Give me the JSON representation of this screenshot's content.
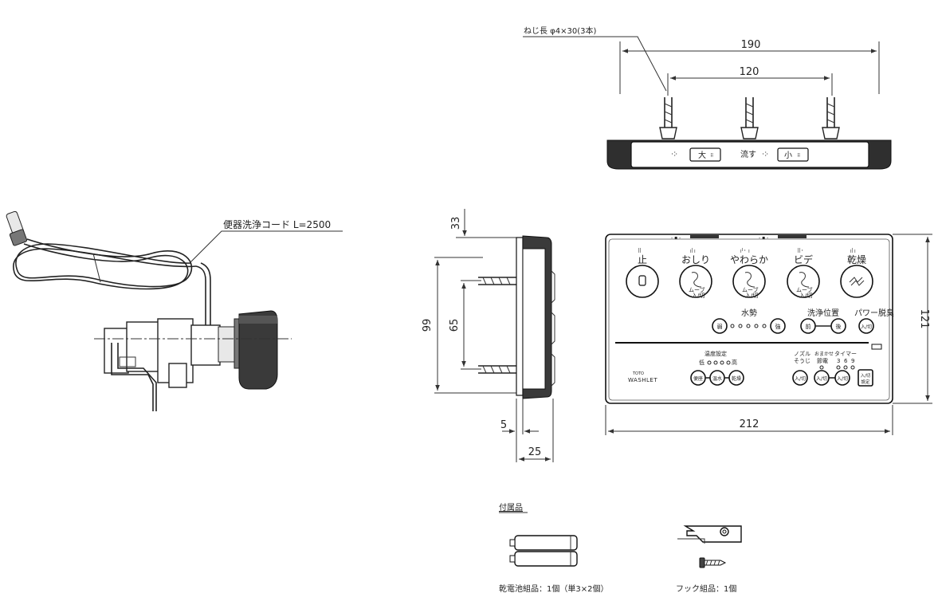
{
  "cord": {
    "label": "便器洗浄コード L=2500"
  },
  "top_view": {
    "screw_note": "ねじ長 φ4×30(3本)",
    "dim_outer": "190",
    "dim_inner": "120",
    "buttons": {
      "large": "大",
      "flush": "流す",
      "small": "小"
    }
  },
  "side_view": {
    "dim_top": "33",
    "dim_height": "99",
    "dim_pitch": "65",
    "dim_thin": "5",
    "dim_depth": "25"
  },
  "front_view": {
    "dim_height": "121",
    "dim_width": "212",
    "top_buttons": [
      "止",
      "おしり",
      "やわらか",
      "ビデ",
      "乾燥"
    ],
    "move_label": "ムーブ",
    "onoff_label": "入/切",
    "water_pressure": "水勢",
    "wash_position": "洗浄位置",
    "power_deodorize": "パワー脱臭",
    "weak": "弱",
    "strong": "強",
    "front": "前",
    "back": "後",
    "onoff": "入/切",
    "temp_setting": "温度設定",
    "low": "低",
    "high": "高",
    "seat": "便座",
    "water": "温水",
    "dry": "乾燥",
    "brand_small": "TOTO",
    "brand": "WASHLET",
    "nozzle": "ノズル",
    "cleaning": "そうじ",
    "omakase": "おまかせ",
    "save_power": "節電",
    "timer": "タイマー",
    "timer_values": [
      "3",
      "6",
      "9"
    ],
    "onoff_setting": "入/切",
    "setting": "設定"
  },
  "accessories": {
    "heading": "付属品",
    "battery": "乾電池組品：1個（単3×2個）",
    "hook": "フック組品：1個"
  }
}
